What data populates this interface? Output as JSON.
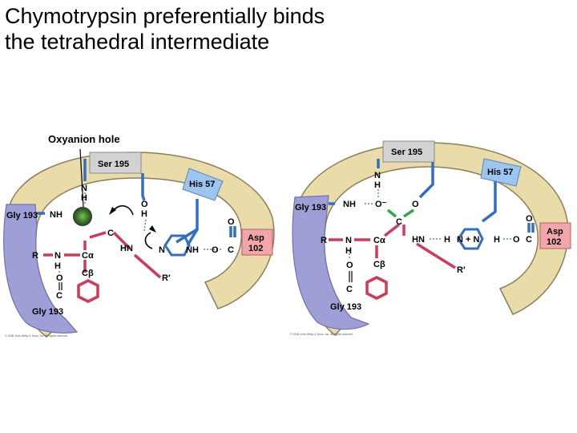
{
  "slide": {
    "title_line1": "Chymotrypsin preferentially binds",
    "title_line2": "the tetrahedral intermediate"
  },
  "colors": {
    "protein_body": "#e9dca8",
    "protein_outline": "#8a7f58",
    "gly193_domain": "#9f9fd8",
    "ser195_box": "#d2d2d2",
    "his57_box": "#9cc6ef",
    "asp102_box": "#f2a6ac",
    "bond_blue": "#2f6fc4",
    "bond_red": "#d13a57",
    "bond_green": "#2fa84a"
  },
  "left_panel": {
    "oxyanion_hole": "Oxyanion hole",
    "ser195": "Ser 195",
    "his57": "His 57",
    "gly193_top": "Gly 193",
    "gly193_bottom": "Gly 193",
    "asp102_line1": "Asp",
    "asp102_line2": "102",
    "nh_oxy": "NH",
    "ser_n": "N",
    "ser_h": "H",
    "oh_o": "O",
    "oh_h": "H",
    "carbon": "C",
    "hn": "HN",
    "his_n": "N",
    "his_nh": "NH",
    "asp_o1": "O",
    "asp_o2": "O",
    "asp_c": "C",
    "r": "R",
    "n": "N",
    "h": "H",
    "o": "O",
    "c_bottom": "C",
    "c_alpha": "Cα",
    "c_beta": "Cβ",
    "r_prime": "R′",
    "copyright": "© 2008 John Wiley & Sons, Inc. All rights reserved."
  },
  "right_panel": {
    "ser195": "Ser 195",
    "his57": "His 57",
    "gly193_top": "Gly 193",
    "gly193_bottom": "Gly 193",
    "asp102_line1": "Asp",
    "asp102_line2": "102",
    "nh": "NH",
    "ser_n": "N",
    "ser_h": "H",
    "o_minus": "O⁻",
    "o_top": "O",
    "c_center": "C",
    "hn": "HN",
    "h1": "H",
    "n_plus": "N + N",
    "h2": "H",
    "asp_o1": "O",
    "asp_o2": "O",
    "asp_c": "C",
    "r": "R",
    "n": "N",
    "h": "H",
    "o": "O",
    "c_bottom": "C",
    "c_alpha": "Cα",
    "c_beta": "Cβ",
    "r_prime": "R′",
    "copyright": "© 2008 John Wiley & Sons, Inc. All rights reserved."
  }
}
